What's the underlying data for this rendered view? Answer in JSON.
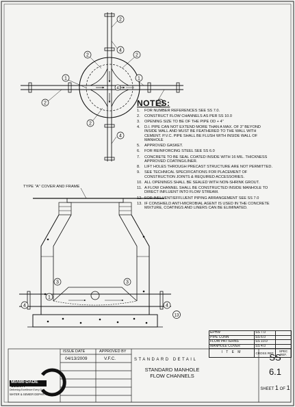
{
  "notes": {
    "heading": "NOTES:",
    "items": [
      {
        "num": "1.",
        "text": "FOR NUMBER REFERENCES SEE SS 7.0."
      },
      {
        "num": "2.",
        "text": "CONSTRUCT FLOW CHANNELS AS PER SS 10.0"
      },
      {
        "num": "3.",
        "text": "OPENING SIZE TO BE OF THE PIPE OD + 4\""
      },
      {
        "num": "4.",
        "text": "D.I. PIPE CAN NOT EXTEND MORE THAN A MAX. OF 3\" BEYOND INSIDE WALL AND MUST BE FEATHERED TO THE WALL WITH CEMENT. P.V.C. PIPE SHALL BE FLUSH WITH INSIDE WALL OF MANHOLE"
      },
      {
        "num": "5.",
        "text": "APPROVED GASKET."
      },
      {
        "num": "6.",
        "text": "FOR REINFORCING STEEL SEE SS 6.0"
      },
      {
        "num": "7.",
        "text": "CONCRETE TO BE SEAL COATED INSIDE WITH 16 MIL. THICKNESS APPROVED COATING/LINER."
      },
      {
        "num": "8.",
        "text": "LIFT HOLES THROUGH PRECAST STRUCTURE ARE NOT PERMITTED."
      },
      {
        "num": "9.",
        "text": "SEE TECHNICAL SPECIFICATIONS FOR PLACEMENT OF CONSTRUCTION JOINTS & REQUIRED ACCESSORIES."
      },
      {
        "num": "10.",
        "text": "ALL OPENINGS SHALL BE SEALED WITH NON-SHRINK GROUT."
      },
      {
        "num": "11.",
        "text": "A FLOW CHANNEL SHALL BE CONSTRUCTED INSIDE MANHOLE TO DIRECT INFLUENT INTO FLOW STREAM."
      },
      {
        "num": "12.",
        "text": "FOR INFLUENT/EFFLUENT PIPING ARRANGEMENT SEE SS 7.0"
      },
      {
        "num": "13.",
        "text": "IF CONSHIELD ANTI-MICROBIAL AGENT IS USED IN THE CONCRETE MIXTURE, COATINGS AND LINERS CAN BE ELIMINATED."
      }
    ]
  },
  "cover_label": "TYPE \"A\" COVER AND FRAME",
  "plan_callouts": [
    "2",
    "4",
    "2",
    "2",
    "1",
    "2",
    "1",
    "4",
    "2",
    "4",
    "4"
  ],
  "section_callouts": [
    "3",
    "1",
    "3",
    "4",
    "4",
    "13"
  ],
  "reference_table": {
    "rows": [
      {
        "item": "EPHW",
        "ref": "SS 7.0"
      },
      {
        "item": "PIPE CONN",
        "ref": "SS 6.0"
      },
      {
        "item": "FLOW PATTERNS",
        "ref": "SS 10.0"
      },
      {
        "item": "MANHOLE COVER",
        "ref": "SS 4.0"
      }
    ],
    "item_header": "I T E M",
    "cross_ref_header": "CROSS REF.",
    "spec_ref_header": "SPEC REF."
  },
  "title_block": {
    "issue_date_label": "ISSUE DATE",
    "approved_by_label": "APPROVED BY",
    "issue_date": "04/13/2009",
    "approved_by": "V.F.C.",
    "standard_detail": "STANDARD DETAIL",
    "title_line1": "STANDARD MANHOLE",
    "title_line2": "FLOW CHANNELS",
    "sheet_code": "SS",
    "sheet_number": "6.1",
    "sheet_label": "SHEET",
    "sheet_of": "1",
    "of_label": "OF",
    "sheet_total": "1"
  },
  "logo": {
    "line1": "MIAMI-DADE",
    "line2": "COUNTY",
    "tagline": "Delivering Excellence Every Day",
    "department": "WATER & SEWER DEPARTMENT"
  }
}
